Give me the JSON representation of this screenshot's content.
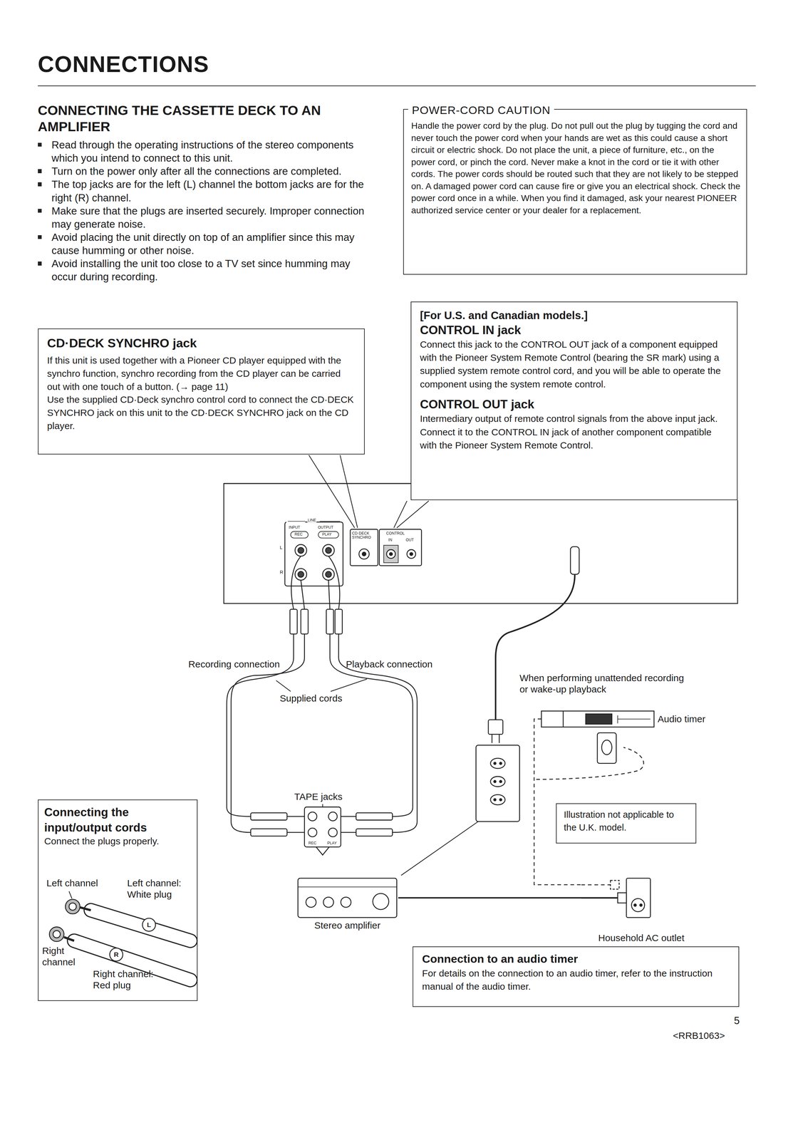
{
  "diagram": {
    "title": "CONNECTIONS",
    "nodes": [
      {
        "text": [
          "POWER-CORD CAUTION",
          "Handle the power cord by the plug. Do not pull out the plug by tugging the cord and never touch the power cord when your hands are wet as this could cause a short circuit or electric shock. Do not place the unit, a piece of furniture, etc., on the power cord, or pinch the cord. Never make a knot in the cord or tie it with other cords. The power cords should be routed such that they are not likely to be stepped on. A damaged power cord can cause fire or give you an electrical shock. Check the power cord once in a while. When you find it damaged, ask your nearest PIONEER authorized service center or your dealer for a replacement."
        ]
      },
      {
        "text": [
          "CD·DECK SYNCHRO jack",
          "If this unit is used together with a Pioneer CD player equipped with the synchro function, synchro recording from the CD player can be carried out with one touch of a button. (→ page 11)",
          "Use the supplied CD·Deck synchro control cord to connect the CD·DECK SYNCHRO jack on this unit to the CD·DECK SYNCHRO jack on the CD player."
        ]
      },
      {
        "text": [
          "[For U.S. and Canadian models.]",
          "CONTROL IN jack",
          "Connect this jack to the CONTROL OUT jack of a component equipped with the Pioneer System Remote Control (bearing the SR mark) using a supplied system remote control cord, and you will be able to operate the component using the system remote control.",
          "CONTROL OUT jack",
          "Intermediary output of remote control signals from the above input jack. Connect it to the CONTROL IN jack of another component compatible with the Pioneer System Remote Control."
        ]
      },
      {
        "text": [
          "Audio timer"
        ]
      },
      {
        "text": [
          "Illustration not applicable to the U.K. model."
        ]
      },
      {
        "text": [
          "Stereo amplifier"
        ]
      },
      {
        "text": [
          "Household AC outlet"
        ]
      },
      {
        "text": [
          "Connecting the input/output cords",
          "Connect the plugs properly."
        ]
      },
      {
        "text": [
          "Connection to an audio timer",
          "For details on the connection to an audio timer, refer to the instruction manual of the audio timer."
        ]
      }
    ],
    "edges": [
      {
        "from": 5,
        "to": 6,
        "arrow": "none"
      },
      {
        "from": 3,
        "to": 6,
        "arrow": "none"
      }
    ],
    "labels": [
      "CONNECTING THE CASSETTE DECK TO AN AMPLIFIER",
      "Read through the operating instructions of the stereo components which you intend to connect to this unit.",
      "Turn on the power only after all the connections are completed.",
      "The top jacks are for the left (L) channel the bottom jacks are for the right (R) channel.",
      "Make sure that the plugs are inserted securely. Improper connection may generate noise.",
      "Avoid placing the unit directly on top of an amplifier since this may cause humming or other noise.",
      "Avoid installing the unit too close to a TV set since humming may occur during recording.",
      "LINE",
      "INPUT",
      "OUTPUT",
      "REC",
      "PLAY",
      "L",
      "R",
      "CD·DECK SYNCHRO",
      "CONTROL",
      "IN",
      "OUT",
      "Recording connection",
      "Playback connection",
      "Supplied cords",
      "When performing unattended recording or wake-up playback",
      "TAPE jacks",
      "REC",
      "PLAY",
      "Left channel",
      "Left channel: White plug",
      "Right channel",
      "Right channel: Red plug",
      "L",
      "R",
      "5",
      "<RRB1063>"
    ]
  }
}
